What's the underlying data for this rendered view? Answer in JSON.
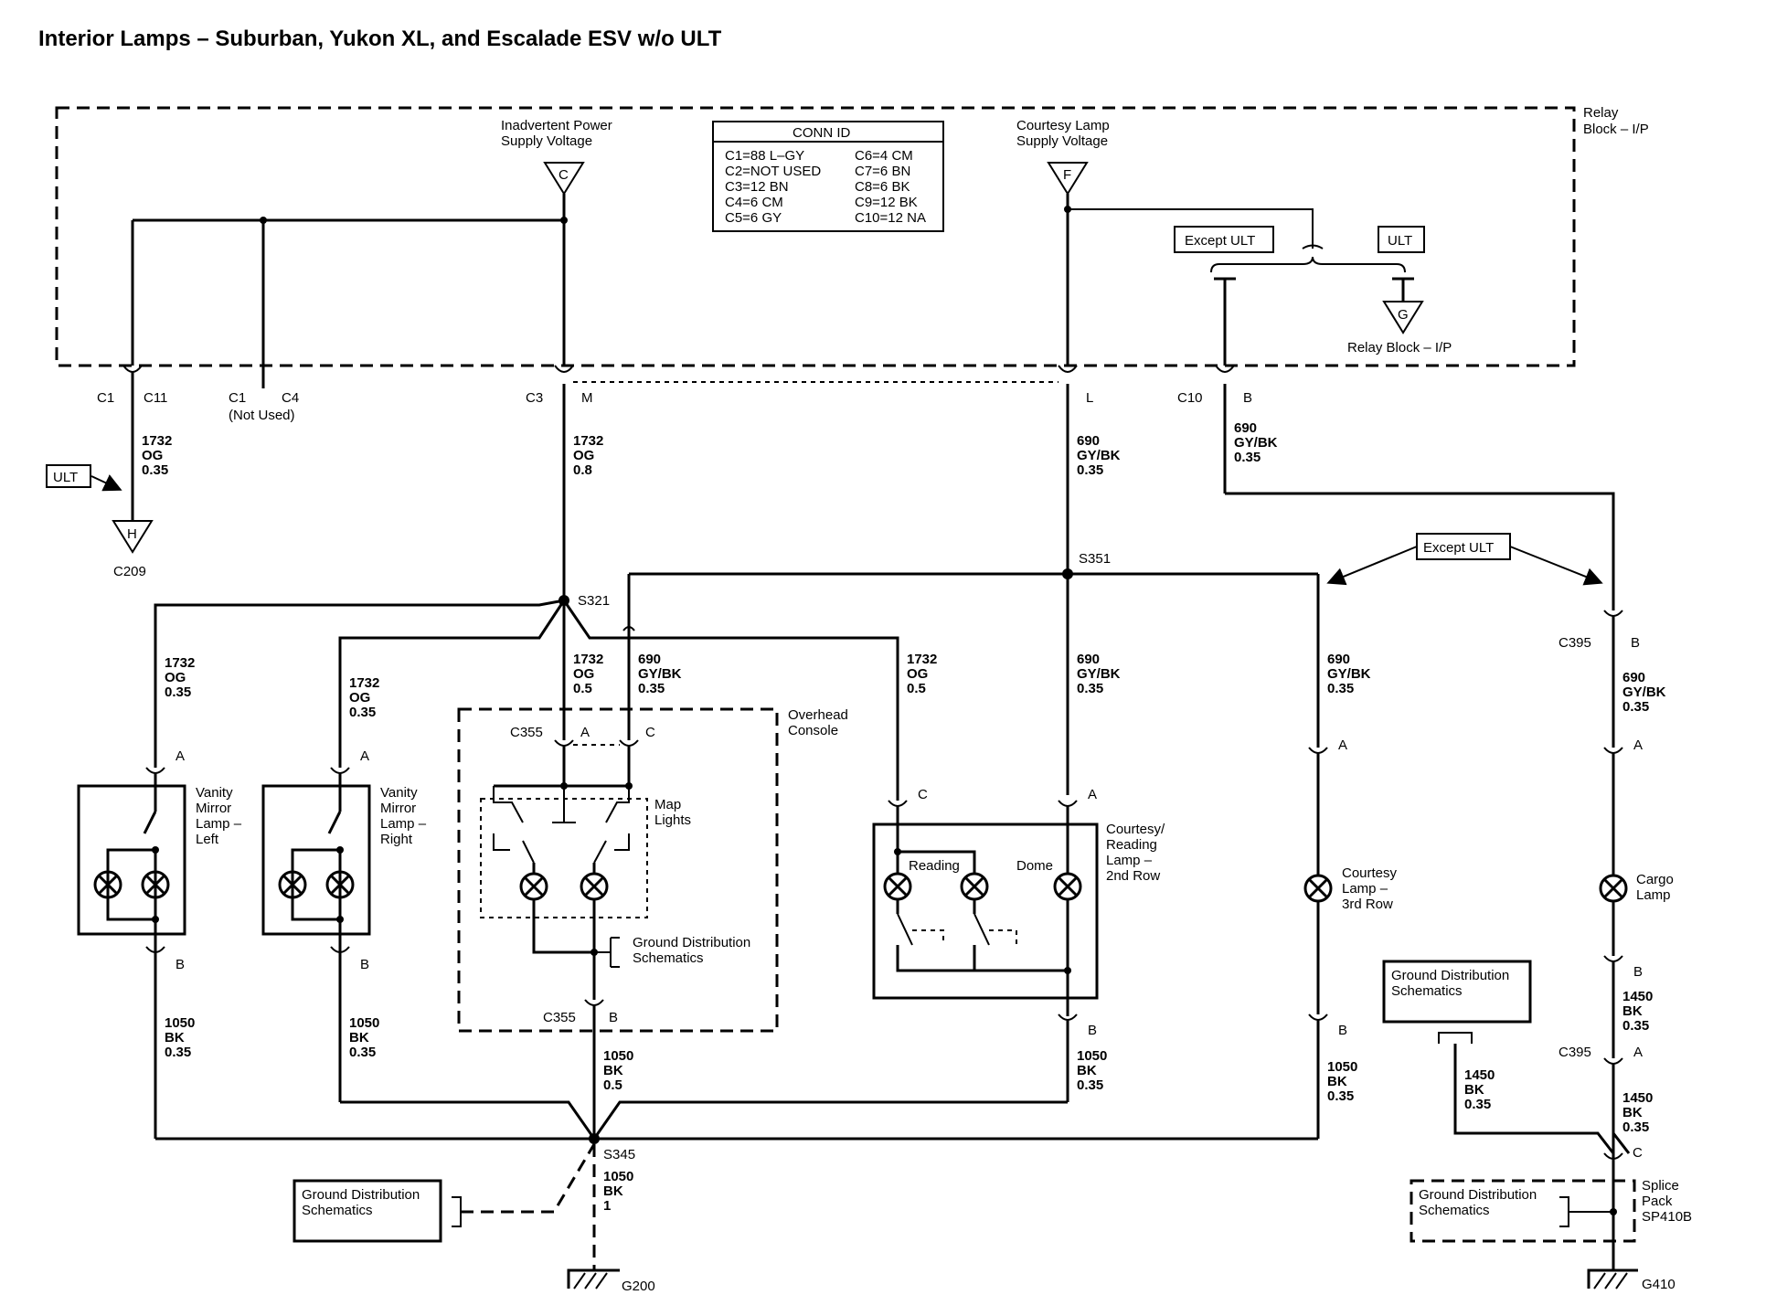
{
  "title": "Interior Lamps – Suburban, Yukon XL, and Escalade ESV w/o ULT",
  "relay_block": {
    "line1": "Relay",
    "line2": "Block – I/P"
  },
  "inadvertent": {
    "line1": "Inadvertent Power",
    "line2": "Supply Voltage",
    "pin": "C"
  },
  "courtesy_supply": {
    "line1": "Courtesy Lamp",
    "line2": "Supply Voltage",
    "pin": "F"
  },
  "conn_id": {
    "header": "CONN ID",
    "left": [
      "C1=88 L–GY",
      "C2=NOT USED",
      "C3=12 BN",
      "C4=6 CM",
      "C5=6 GY"
    ],
    "right": [
      "C6=4 CM",
      "C7=6 BN",
      "C8=6 BK",
      "C9=12 BK",
      "C10=12 NA"
    ]
  },
  "except_ult": "Except ULT",
  "ult": "ULT",
  "relay_g": {
    "pin": "G",
    "label": "Relay Block – I/P"
  },
  "connectors": {
    "c1": "C1",
    "c11": "C11",
    "c1b": "C1",
    "c4": "C4",
    "not_used": "(Not Used)",
    "c3": "C3",
    "m": "M",
    "l": "L",
    "c10": "C10",
    "b": "B"
  },
  "wires": {
    "w1732_a": [
      "1732",
      "OG",
      "0.35"
    ],
    "w1732_main": [
      "1732",
      "OG",
      "0.8"
    ],
    "w690_main": [
      "690",
      "GY/BK",
      "0.35"
    ],
    "w690_c10": [
      "690",
      "GY/BK",
      "0.35"
    ],
    "w1732_vl": [
      "1732",
      "OG",
      "0.35"
    ],
    "w1732_vr": [
      "1732",
      "OG",
      "0.35"
    ],
    "w1732_oh": [
      "1732",
      "OG",
      "0.5"
    ],
    "w690_oh": [
      "690",
      "GY/BK",
      "0.35"
    ],
    "w1732_rd": [
      "1732",
      "OG",
      "0.5"
    ],
    "w690_dome": [
      "690",
      "GY/BK",
      "0.35"
    ],
    "w690_3rd": [
      "690",
      "GY/BK",
      "0.35"
    ],
    "w690_cargo": [
      "690",
      "GY/BK",
      "0.35"
    ],
    "w1050_vl": [
      "1050",
      "BK",
      "0.35"
    ],
    "w1050_vr": [
      "1050",
      "BK",
      "0.35"
    ],
    "w1050_oh": [
      "1050",
      "BK",
      "0.5"
    ],
    "w1050_dome": [
      "1050",
      "BK",
      "0.35"
    ],
    "w1050_3rd": [
      "1050",
      "BK",
      "0.35"
    ],
    "w1050_g200": [
      "1050",
      "BK",
      "1"
    ],
    "w1450_a": [
      "1450",
      "BK",
      "0.35"
    ],
    "w1450_gd": [
      "1450",
      "BK",
      "0.35"
    ],
    "w1450_c": [
      "1450",
      "BK",
      "0.35"
    ]
  },
  "ult_tag": "ULT",
  "c209": {
    "pin": "H",
    "label": "C209"
  },
  "splices": {
    "s321": "S321",
    "s351": "S351",
    "s345": "S345"
  },
  "pins": {
    "a": "A",
    "b": "B",
    "c": "C"
  },
  "c355": "C355",
  "c395": "C395",
  "overhead_console": {
    "line1": "Overhead",
    "line2": "Console"
  },
  "map_lights": {
    "line1": "Map",
    "line2": "Lights"
  },
  "gnd_dist": {
    "line1": "Ground Distribution",
    "line2": "Schematics"
  },
  "vanity_left": [
    "Vanity",
    "Mirror",
    "Lamp –",
    "Left"
  ],
  "vanity_right": [
    "Vanity",
    "Mirror",
    "Lamp –",
    "Right"
  ],
  "courtesy_2nd": [
    "Courtesy/",
    "Reading",
    "Lamp –",
    "2nd Row"
  ],
  "reading": "Reading",
  "dome": "Dome",
  "courtesy_3rd": [
    "Courtesy",
    "Lamp –",
    "3rd Row"
  ],
  "cargo": [
    "Cargo",
    "Lamp"
  ],
  "splice_pack": [
    "Splice",
    "Pack",
    "SP410B"
  ],
  "grounds": {
    "g200": "G200",
    "g410": "G410"
  }
}
